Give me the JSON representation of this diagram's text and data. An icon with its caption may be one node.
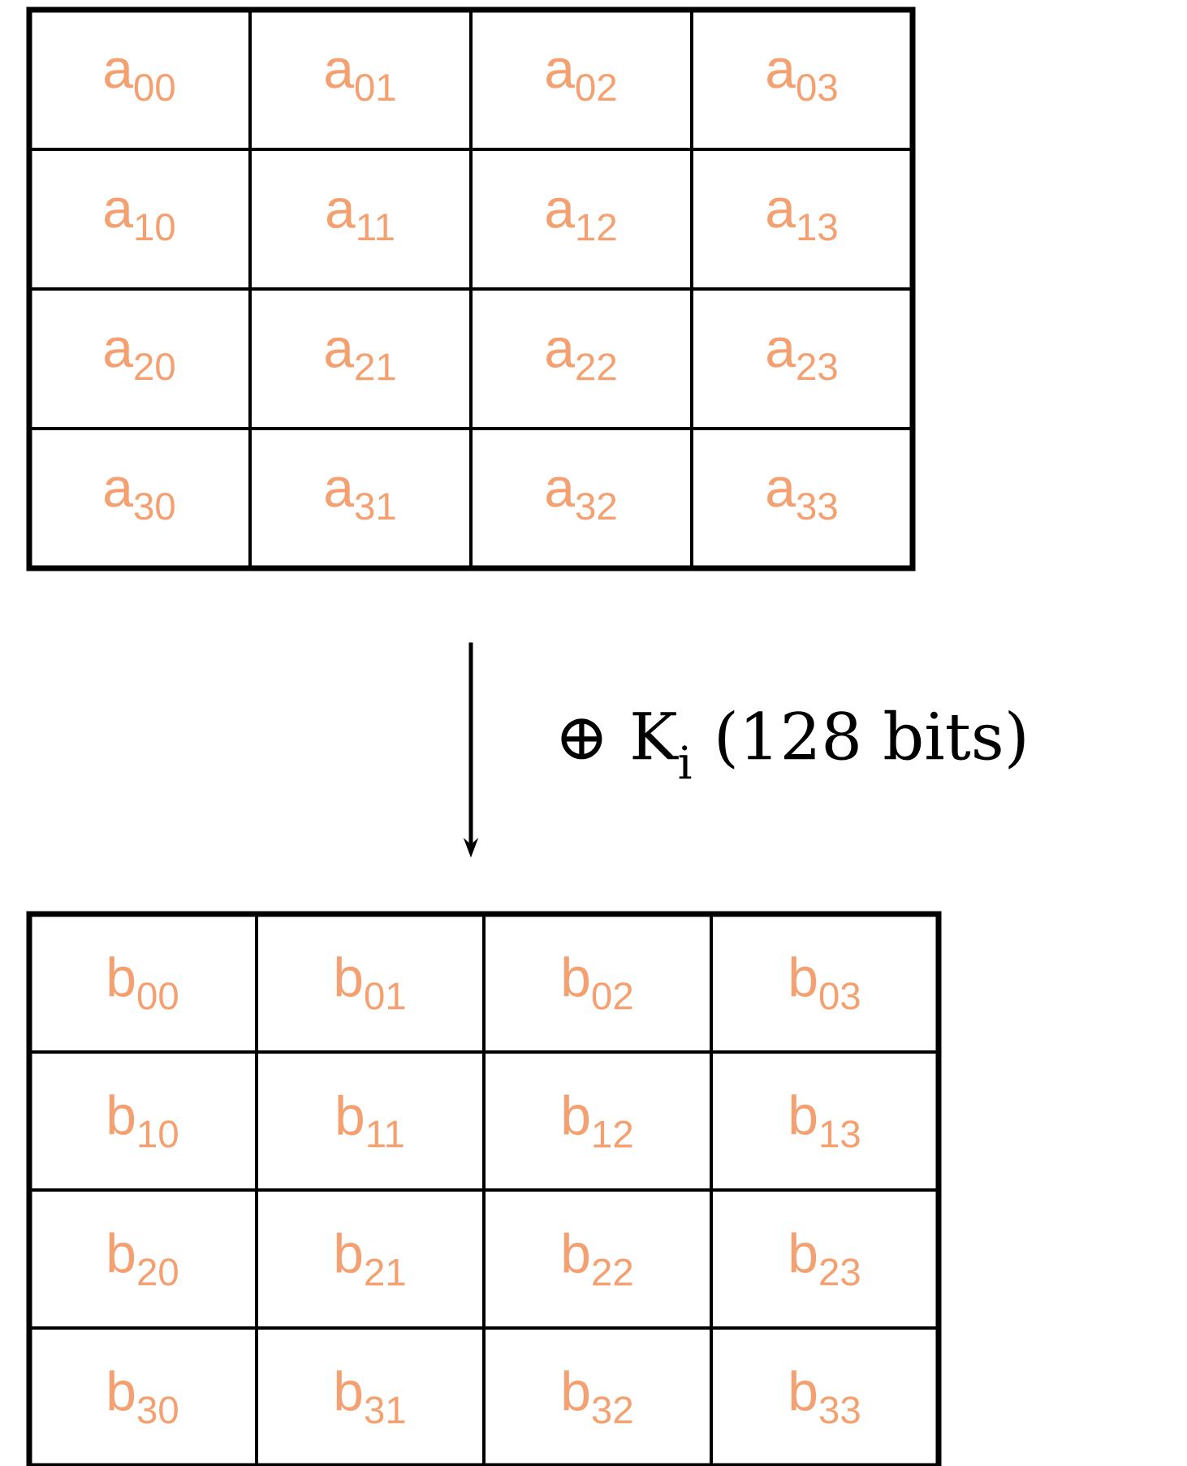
{
  "diagram": {
    "nodes": [
      {
        "text": [],
        "shape": "box"
      },
      {
        "text": [
          "a$_{00}$"
        ],
        "in": 0
      },
      {
        "text": [
          "a$_{01}$"
        ],
        "in": 0
      },
      {
        "text": [
          "a$_{02}$"
        ],
        "in": 0
      },
      {
        "text": [
          "a$_{03}$"
        ],
        "in": 0
      },
      {
        "text": [
          "a$_{10}$"
        ],
        "in": 0
      },
      {
        "text": [
          "a$_{11}$"
        ],
        "in": 0
      },
      {
        "text": [
          "a$_{12}$"
        ],
        "in": 0
      },
      {
        "text": [
          "a$_{13}$"
        ],
        "in": 0
      },
      {
        "text": [
          "a$_{20}$"
        ],
        "in": 0
      },
      {
        "text": [
          "a$_{21}$"
        ],
        "in": 0
      },
      {
        "text": [
          "a$_{22}$"
        ],
        "in": 0
      },
      {
        "text": [
          "a$_{23}$"
        ],
        "in": 0
      },
      {
        "text": [
          "a$_{30}$"
        ],
        "in": 0
      },
      {
        "text": [
          "a$_{31}$"
        ],
        "in": 0
      },
      {
        "text": [
          "a$_{32}$"
        ],
        "in": 0
      },
      {
        "text": [
          "a$_{33}$"
        ],
        "in": 0
      },
      {
        "text": [],
        "shape": "box"
      },
      {
        "text": [
          "b$_{00}$"
        ],
        "in": 17
      },
      {
        "text": [
          "b$_{01}$"
        ],
        "in": 17
      },
      {
        "text": [
          "b$_{02}$"
        ],
        "in": 17
      },
      {
        "text": [
          "b$_{03}$"
        ],
        "in": 17
      },
      {
        "text": [
          "b$_{10}$"
        ],
        "in": 17
      },
      {
        "text": [
          "b$_{11}$"
        ],
        "in": 17
      },
      {
        "text": [
          "b$_{12}$"
        ],
        "in": 17
      },
      {
        "text": [
          "b$_{13}$"
        ],
        "in": 17
      },
      {
        "text": [
          "b$_{20}$"
        ],
        "in": 17
      },
      {
        "text": [
          "b$_{21}$"
        ],
        "in": 17
      },
      {
        "text": [
          "b$_{22}$"
        ],
        "in": 17
      },
      {
        "text": [
          "b$_{23}$"
        ],
        "in": 17
      },
      {
        "text": [
          "b$_{30}$"
        ],
        "in": 17
      },
      {
        "text": [
          "b$_{31}$"
        ],
        "in": 17
      },
      {
        "text": [
          "b$_{32}$"
        ],
        "in": 17
      },
      {
        "text": [
          "b$_{33}$"
        ],
        "in": 17
      }
    ],
    "edges": [
      {
        "from": 0,
        "to": 17,
        "arrow": "to",
        "label": "⊕ K$_{i}$ (128 bits)"
      }
    ]
  }
}
